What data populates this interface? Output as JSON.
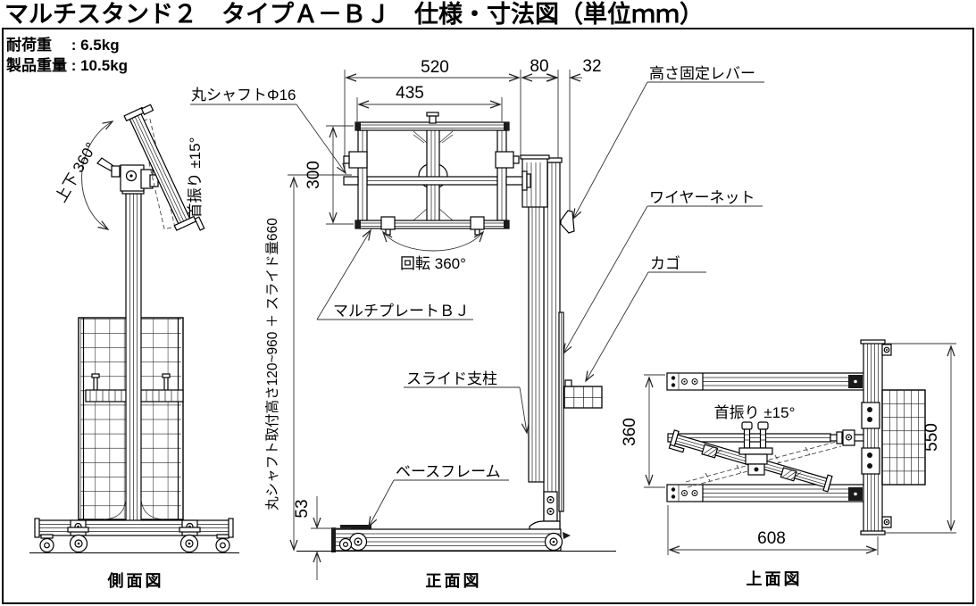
{
  "title": "マルチスタンド２　タイプＡ－ＢＪ　仕様・寸法図（単位ｍｍ）",
  "specs": {
    "load": "耐荷重　 : 6.5kg",
    "weight": "製品重量 : 10.5kg"
  },
  "side_view": {
    "caption": "側面図",
    "updown_rotation": "上下 360°",
    "swing": "首振り ±15°"
  },
  "front_view": {
    "caption": "正面図",
    "rotation": "回転 360°",
    "labels": {
      "round_shaft": "丸シャフトΦ16",
      "height_lock_lever": "高さ固定レバー",
      "wire_net": "ワイヤーネット",
      "basket": "カゴ",
      "multi_plate": "マルチプレートＢＪ",
      "slide_post": "スライド支柱",
      "base_frame": "ベースフレーム"
    },
    "dims": {
      "top_width": "520",
      "col_depth": "80",
      "lever_offset": "32",
      "plate_width": "435",
      "plate_height": "300",
      "base_height": "53",
      "shaft_mount_height": "丸シャフト取付高さ120~960 ＋ スライド量660"
    }
  },
  "top_view": {
    "caption": "上面図",
    "swing": "首振り ±15°",
    "dims": {
      "rail_span": "360",
      "depth": "550",
      "width": "608"
    }
  }
}
